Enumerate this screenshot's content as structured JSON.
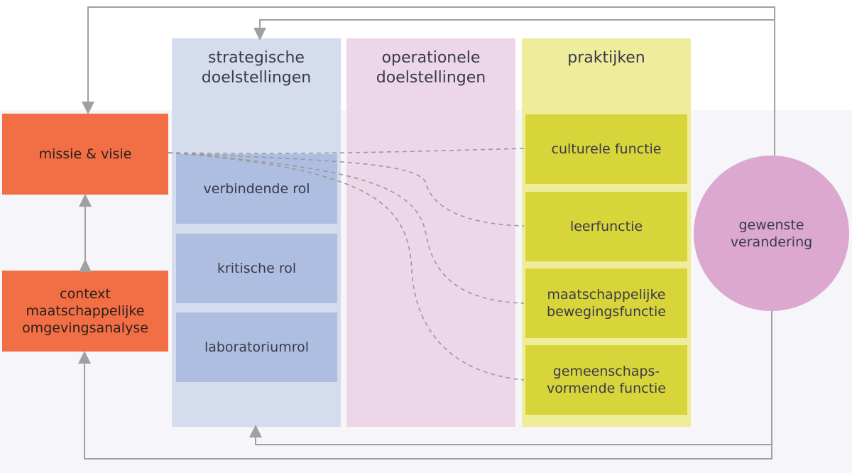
{
  "columns": {
    "strategic": "strategische\ndoelstellingen",
    "operational": "operationele\ndoelstellingen",
    "practices": "praktijken"
  },
  "roles": [
    "verbindende rol",
    "kritische rol",
    "laboratoriumrol"
  ],
  "functions": [
    "culturele functie",
    "leerfunctie",
    "maatschappelijke\nbewegingsfunctie",
    "gemeenschaps-\nvormende functie"
  ],
  "left_boxes": {
    "mission": "missie & visie",
    "context": "context\nmaatschappelijke\nomgevingsanalyse"
  },
  "circle": "gewenste\nverandering",
  "colors": {
    "strategic_column": "#d5dcee",
    "operational_column": "#ecd6e8",
    "practices_column": "#eeed9b",
    "role_box": "#aebee0",
    "function_box": "#d8d53a",
    "orange_box": "#f26e44",
    "circle": "#dca8d0",
    "arrow": "#a0a0a0"
  }
}
